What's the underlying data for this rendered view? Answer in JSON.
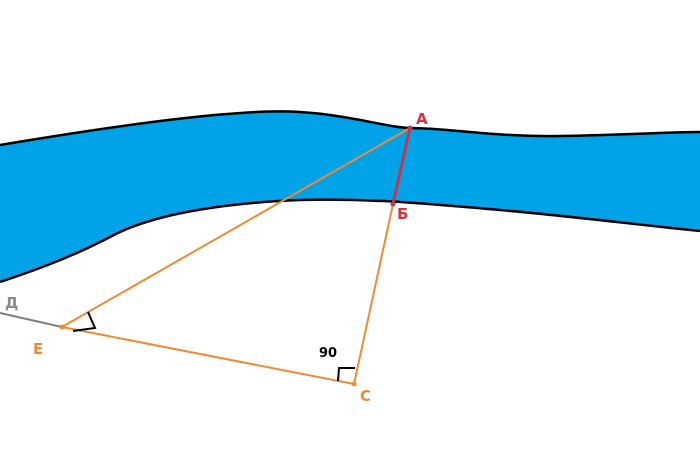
{
  "diagram": {
    "labels": {
      "a": "А",
      "b": "Б",
      "c": "С",
      "d": "Д",
      "e": "Е",
      "angle_c": "90"
    },
    "colors": {
      "river_fill": "#00A2E8",
      "river_bank": "#000000",
      "crossing_segment": "#C8344A",
      "triangle_lines": "#F08A34",
      "baseline": "#7F7F7F",
      "angle_marks": "#000000",
      "label_red": "#D9343E",
      "label_orange": "#F08A34",
      "label_gray": "#8C8C8C",
      "label_black": "#000000"
    }
  }
}
